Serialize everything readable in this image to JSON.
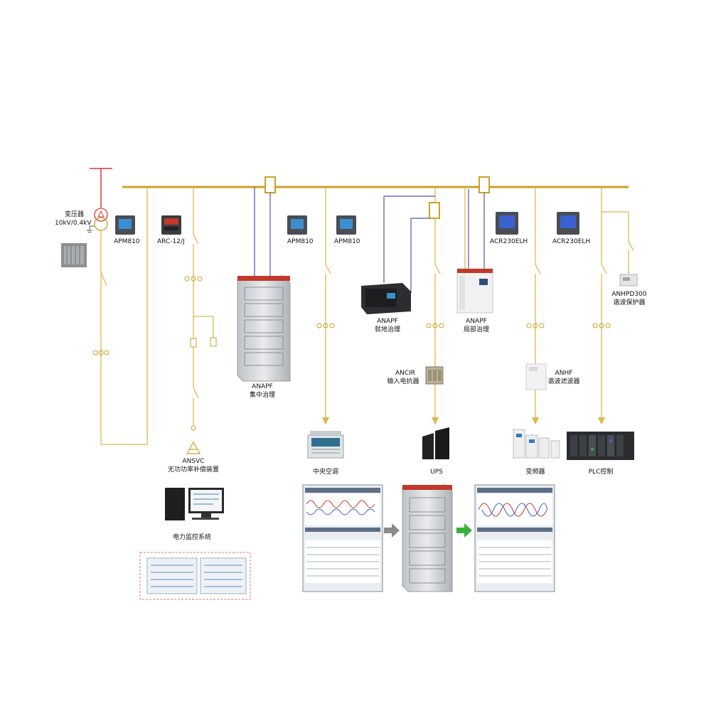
{
  "transformer": {
    "title": "变压器",
    "rating": "10kV/0.4kV"
  },
  "meters": {
    "apm810_a": "APM810",
    "arc": "ARC-12/J",
    "apm810_b": "APM810",
    "apm810_c": "APM810",
    "acr_a": "ACR230ELH",
    "acr_b": "ACR230ELH"
  },
  "devices": {
    "anapf_central": {
      "model": "ANAPF",
      "desc": "集中治理"
    },
    "anapf_onsite": {
      "model": "ANAPF",
      "desc": "就地治理"
    },
    "anapf_local": {
      "model": "ANAPF",
      "desc": "局部治理"
    },
    "anhpd": {
      "model": "ANHPD300",
      "desc": "谐波保护器"
    },
    "ancir": {
      "model": "ANCIR",
      "desc": "输入电抗器"
    },
    "anhf": {
      "model": "ANHF",
      "desc": "谐波滤波器"
    },
    "ansvc": {
      "model": "ANSVC",
      "desc": "无功功率补偿装置"
    }
  },
  "loads": {
    "hvac": "中央空调",
    "ups": "UPS",
    "vfd": "变频器",
    "plc": "PLC控制"
  },
  "monitoring": {
    "label": "电力监控系统"
  },
  "colors": {
    "bus": "#c9a227",
    "feeder": "#e0b650",
    "signal": "#5a4fb0",
    "incoming": "#d93a3a",
    "arrow_gray": "#8a8a8a",
    "arrow_green": "#3bb03b",
    "dashed_box": "#e07070"
  }
}
